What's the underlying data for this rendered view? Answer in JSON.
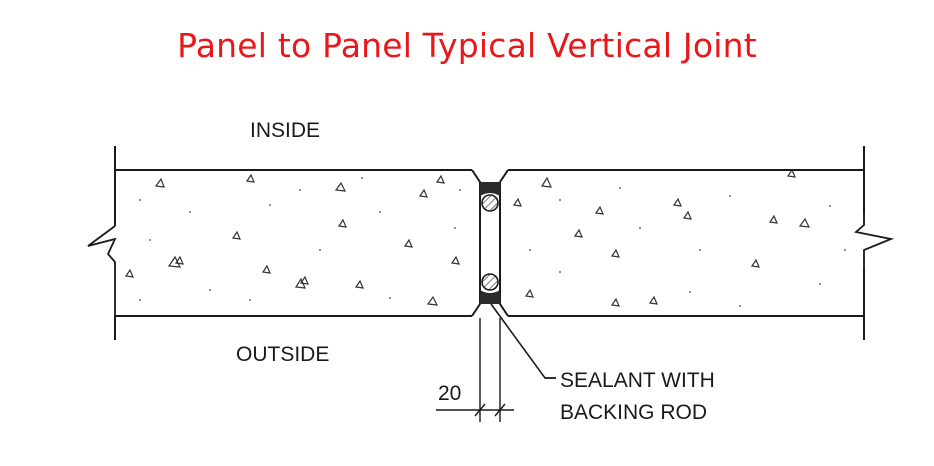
{
  "title": "Panel to Panel Typical Vertical Joint",
  "labels": {
    "inside": "INSIDE",
    "outside": "OUTSIDE",
    "sealant_line1": "SEALANT WITH",
    "sealant_line2": "BACKING ROD"
  },
  "dimension": {
    "value": "20"
  },
  "colors": {
    "title": "#e8171b",
    "line": "#1a1a1a",
    "sealant": "#2b2b2b",
    "rod_fill": "#bfbfbf"
  }
}
